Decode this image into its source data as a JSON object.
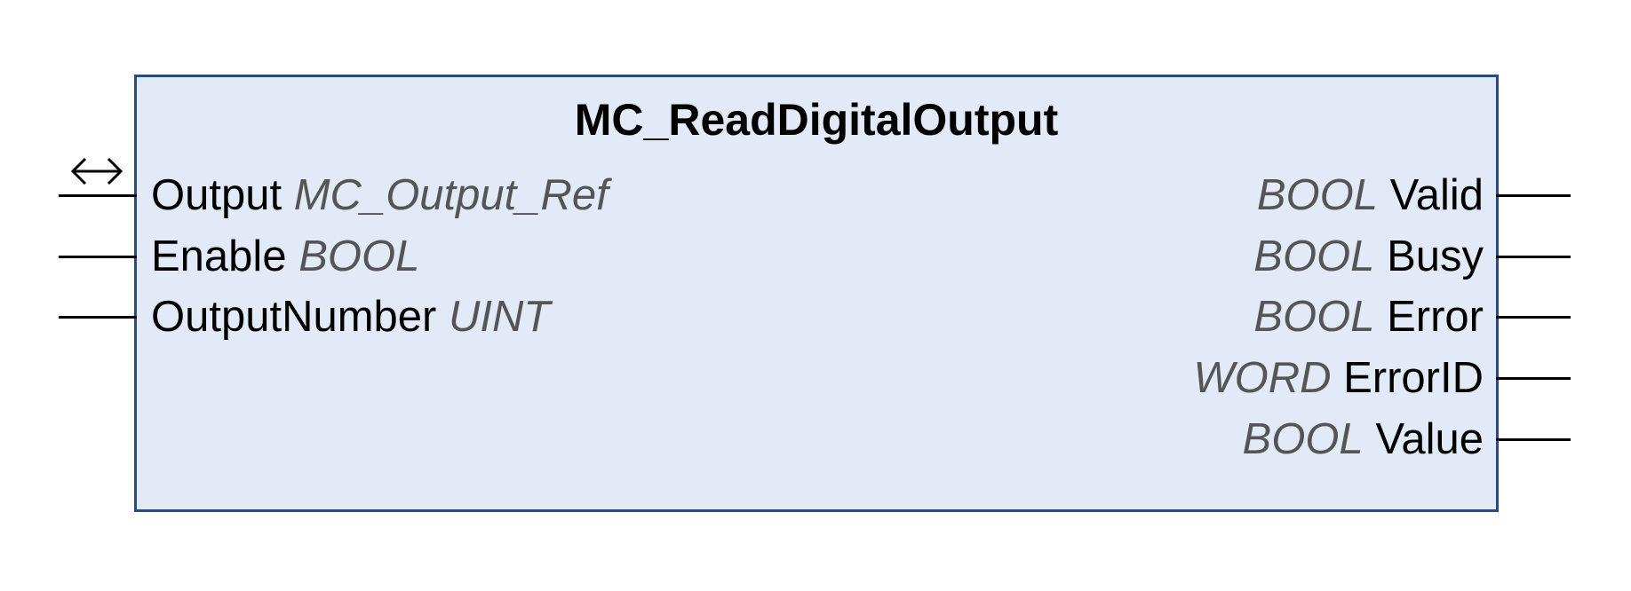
{
  "block": {
    "title": "MC_ReadDigitalOutput",
    "border_color": "#2c4a7e",
    "fill_color": "#e2eaf7"
  },
  "inputs": [
    {
      "name": "Output",
      "type": "MC_Output_Ref",
      "kind": "in-out",
      "icon": "bidirectional-arrow-icon"
    },
    {
      "name": "Enable",
      "type": "BOOL",
      "kind": "input"
    },
    {
      "name": "OutputNumber",
      "type": "UINT",
      "kind": "input"
    }
  ],
  "outputs": [
    {
      "type": "BOOL",
      "name": "Valid"
    },
    {
      "type": "BOOL",
      "name": "Busy"
    },
    {
      "type": "BOOL",
      "name": "Error"
    },
    {
      "type": "WORD",
      "name": "ErrorID"
    },
    {
      "type": "BOOL",
      "name": "Value"
    }
  ]
}
